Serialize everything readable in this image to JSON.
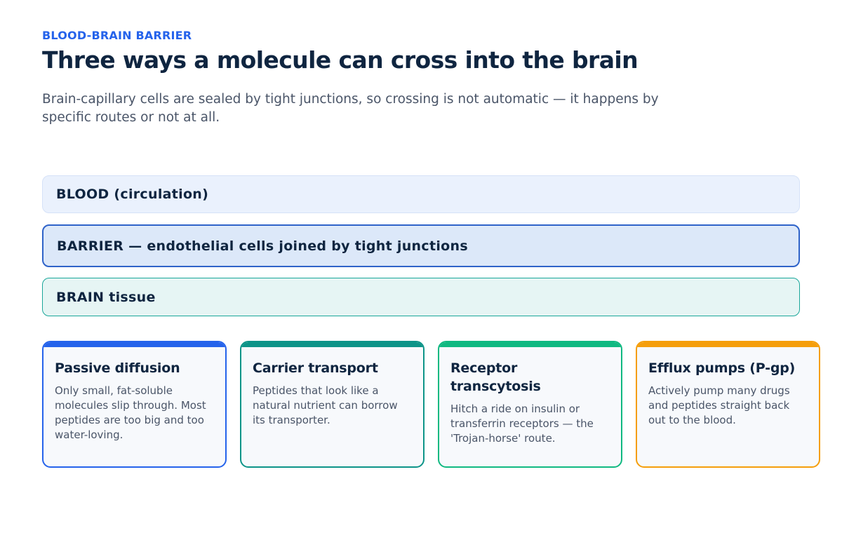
{
  "header": {
    "eyebrow": "BLOOD-BRAIN BARRIER",
    "title": "Three ways a molecule can cross into the brain",
    "lede": "Brain-capillary cells are sealed by tight junctions, so crossing is not automatic — it happens by specific routes or not at all."
  },
  "layers": {
    "blood": "BLOOD (circulation)",
    "barrier": "BARRIER — endothelial cells joined by tight junctions",
    "brain": "BRAIN tissue"
  },
  "cards": [
    {
      "title": "Passive diffusion",
      "body": "Only small, fat-soluble molecules slip through. Most peptides are too big and too water-loving.",
      "color": "#2563eb"
    },
    {
      "title": "Carrier transport",
      "body": "Peptides that look like a natural nutrient can borrow its transporter.",
      "color": "#0d9488"
    },
    {
      "title": "Receptor transcytosis",
      "body": "Hitch a ride on insulin or transferrin receptors — the 'Trojan-horse' route.",
      "color": "#10b981"
    },
    {
      "title": "Efflux pumps (P-gp)",
      "body": "Actively pump many drugs and peptides straight back out to the blood.",
      "color": "#f59e0b"
    }
  ]
}
